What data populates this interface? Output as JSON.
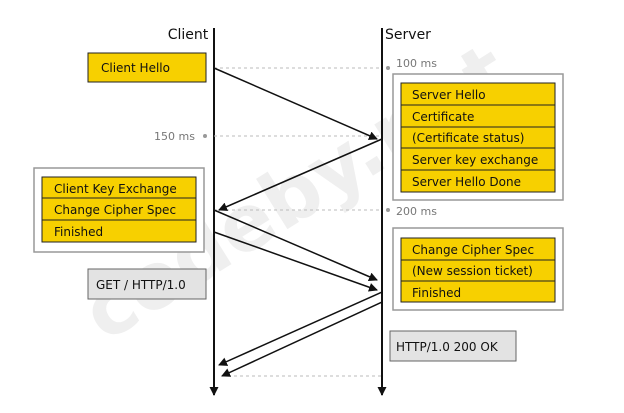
{
  "diagram": {
    "client_label": "Client",
    "server_label": "Server",
    "timings": [
      "100 ms",
      "150 ms",
      "200 ms"
    ],
    "client_hello": "Client Hello",
    "server_hello_group": [
      "Server Hello",
      "Certificate",
      "(Certificate status)",
      "Server key exchange",
      "Server Hello Done"
    ],
    "client_key_group": [
      "Client Key Exchange",
      "Change Cipher Spec",
      "Finished"
    ],
    "server_finish_group": [
      "Change Cipher Spec",
      "(New session ticket)",
      "Finished"
    ],
    "request": "GET / HTTP/1.0",
    "response": "HTTP/1.0 200 OK",
    "watermark": "codeby.net"
  },
  "colors": {
    "message_fill": "#f7d000",
    "message_stroke": "#222222",
    "frame_stroke": "#999999",
    "request_fill": "#e3e3e3",
    "dashed_line": "#bbbbbb",
    "watermark": "#efefef"
  }
}
